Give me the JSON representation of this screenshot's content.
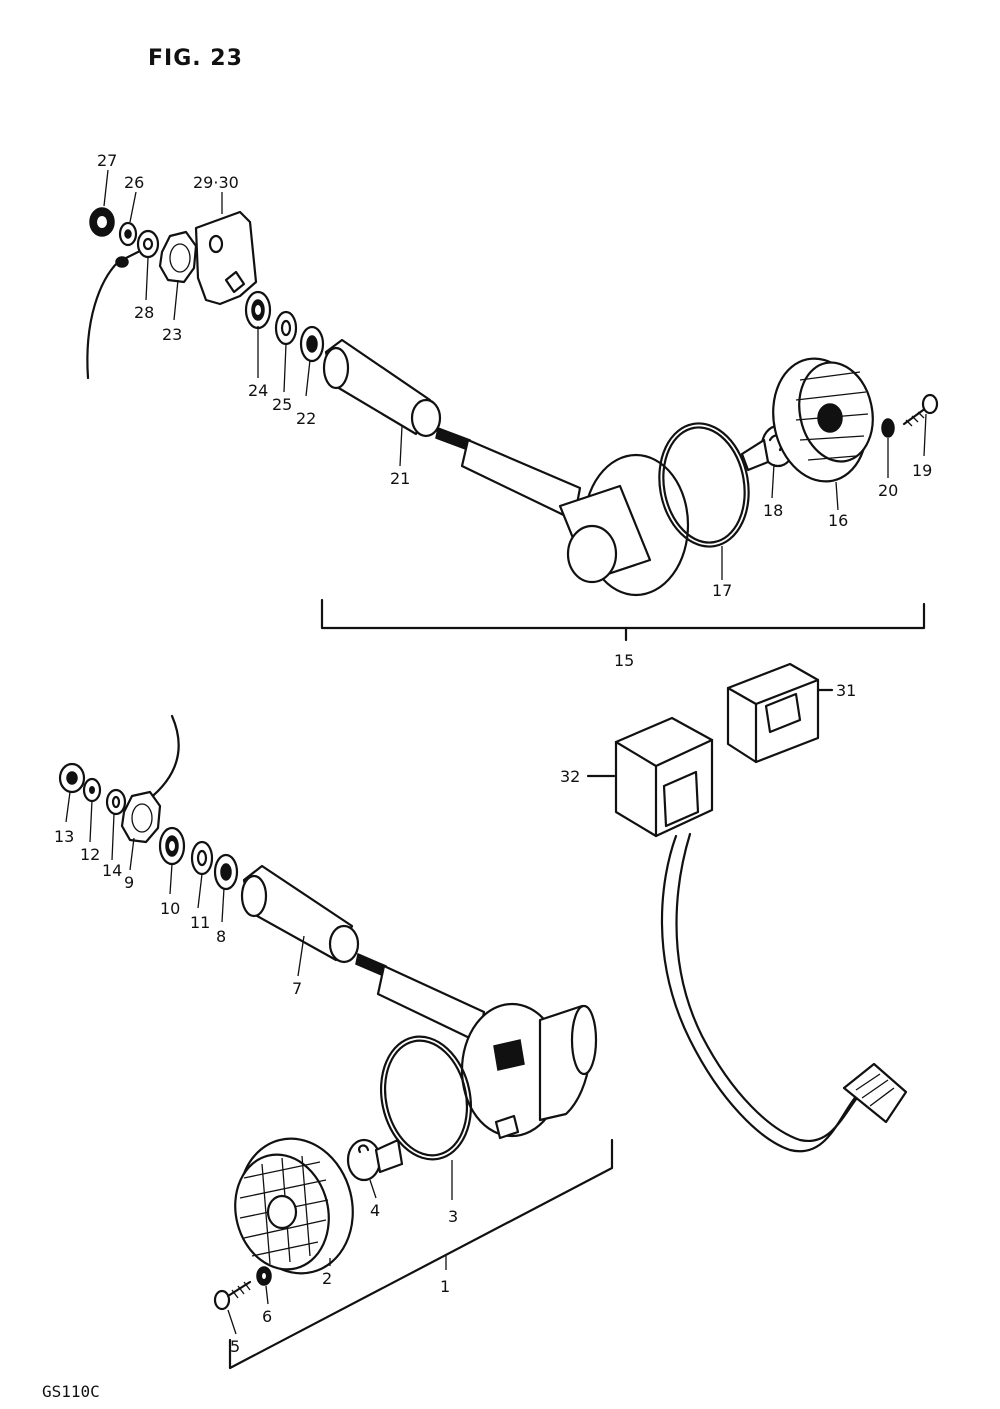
{
  "figure": {
    "title": "FIG. 23",
    "footer_code": "GS110C"
  },
  "callouts": [
    {
      "id": "c27",
      "text": "27"
    },
    {
      "id": "c26",
      "text": "26"
    },
    {
      "id": "c2930",
      "text": "29·30"
    },
    {
      "id": "c28",
      "text": "28"
    },
    {
      "id": "c23",
      "text": "23"
    },
    {
      "id": "c24",
      "text": "24"
    },
    {
      "id": "c25",
      "text": "25"
    },
    {
      "id": "c22",
      "text": "22"
    },
    {
      "id": "c21",
      "text": "21"
    },
    {
      "id": "c18",
      "text": "18"
    },
    {
      "id": "c16",
      "text": "16"
    },
    {
      "id": "c20",
      "text": "20"
    },
    {
      "id": "c19",
      "text": "19"
    },
    {
      "id": "c17",
      "text": "17"
    },
    {
      "id": "c15",
      "text": "15"
    },
    {
      "id": "c31",
      "text": "31"
    },
    {
      "id": "c32",
      "text": "32"
    },
    {
      "id": "c13",
      "text": "13"
    },
    {
      "id": "c12",
      "text": "12"
    },
    {
      "id": "c14",
      "text": "14"
    },
    {
      "id": "c9",
      "text": "9"
    },
    {
      "id": "c10",
      "text": "10"
    },
    {
      "id": "c11",
      "text": "11"
    },
    {
      "id": "c8",
      "text": "8"
    },
    {
      "id": "c7",
      "text": "7"
    },
    {
      "id": "c4",
      "text": "4"
    },
    {
      "id": "c3",
      "text": "3"
    },
    {
      "id": "c2",
      "text": "2"
    },
    {
      "id": "c1",
      "text": "1"
    },
    {
      "id": "c5",
      "text": "5"
    },
    {
      "id": "c6",
      "text": "6"
    }
  ]
}
